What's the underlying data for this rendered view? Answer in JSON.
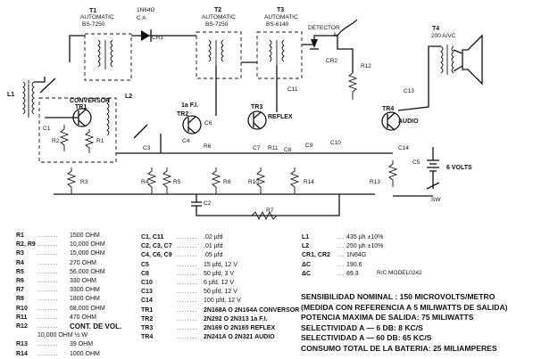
{
  "schematic": {
    "labels": {
      "t1": "T1",
      "t1_type": "AUTOMATIC",
      "t1_model": "BS-7250",
      "t2": "T2",
      "t2_type": "AUTOMATIC",
      "t2_model": "BS-7250",
      "t3": "T3",
      "t3_type": "AUTOMATIC",
      "t3_model": "BS-6140",
      "cr1_diode": "1N64G",
      "cr1_ca": "C    A",
      "cr1": "CR1",
      "detector": "DETECTOR",
      "a": "A",
      "cr2": "CR2",
      "t4": "T4",
      "t4_spec": "200 A/VC",
      "l1": "L1",
      "l2": "L2",
      "conversor": "CONVERSOR",
      "tr1": "TR1",
      "fi": "1a F.I.",
      "tr2": "TR2",
      "tr3": "TR3",
      "reflex": "REFLEX",
      "tr4": "TR4",
      "audio": "AUDIO",
      "c1": "C1",
      "c2": "C2",
      "c3": "C3",
      "c4": "C4",
      "c5": "C5",
      "c6": "C6",
      "c7": "C7",
      "c8": "C8",
      "c9": "C9",
      "c10": "C10",
      "c11": "C11",
      "c13": "C13",
      "c14": "C14",
      "r1": "R1",
      "r2": "R2",
      "r3": "R3",
      "r4": "R4",
      "r5": "R5",
      "r6": "R6",
      "r7": "R7",
      "r8": "R8",
      "r10": "R10",
      "r11": "R11",
      "r12": "R12",
      "r13": "R13",
      "r14": "R14",
      "volts": "6 VOLTS",
      "sw": "SW"
    }
  },
  "resistors": [
    {
      "key": "R1",
      "value": "1500 OHM"
    },
    {
      "key": "R2, R9",
      "value": "10,000 OHM"
    },
    {
      "key": "R3",
      "value": "15,000 OHM"
    },
    {
      "key": "R4",
      "value": "270 OHM"
    },
    {
      "key": "R5",
      "value": "56,000 OHM"
    },
    {
      "key": "R6",
      "value": "330 OHM"
    },
    {
      "key": "R7",
      "value": "3300 OHM"
    },
    {
      "key": "R8",
      "value": "1800 OHM"
    },
    {
      "key": "R10",
      "value": "68,000 OHM"
    },
    {
      "key": "R11",
      "value": "470 OHM"
    },
    {
      "key": "R12",
      "value": "CONT. DE VOL."
    },
    {
      "key": "",
      "value": "10,000 OHM  ½ W"
    },
    {
      "key": "R13",
      "value": "39 OHM"
    },
    {
      "key": "R14",
      "value": "1000 OHM"
    }
  ],
  "components": [
    {
      "key": "C1, C11",
      "value": ".02 µfd"
    },
    {
      "key": "C2, C3, C7",
      "value": ".01 µfd"
    },
    {
      "key": "C4, C6, C9",
      "value": ".05 µfd"
    },
    {
      "key": "C5",
      "value": "15 µfd, 12 V"
    },
    {
      "key": "C8",
      "value": "50 µfd, 3 V"
    },
    {
      "key": "C10",
      "value": "6 µfd, 12 V"
    },
    {
      "key": "C13",
      "value": "50 µfd, 12 V"
    },
    {
      "key": "C14",
      "value": "100 µfd, 12 V"
    },
    {
      "key": "TR1",
      "value": "2N168A  O  2N164A CONVERSOR"
    },
    {
      "key": "TR2",
      "value": "2N292  O  2N313  1a F.I."
    },
    {
      "key": "TR3",
      "value": "2N169  O  2N165 REFLEX"
    },
    {
      "key": "TR4",
      "value": "2N241A  O  2N321 AUDIO"
    }
  ],
  "coils": [
    {
      "key": "L1",
      "value": "435 µh ±10%"
    },
    {
      "key": "L2",
      "value": "250 µh ±10%"
    },
    {
      "key": "CR1, CR2",
      "value": "1N64G"
    },
    {
      "key": "ΔC",
      "value": "190.6"
    },
    {
      "key": "ΔC",
      "value": "89.3"
    }
  ],
  "coils_note": "R/C MODEL0242",
  "specs": [
    "SENSIBILIDAD NOMINAL : 150 MICROVOLTS/METRO",
    "(MEDIDA CON REFERENCIA A  5 MILIWATTS DE SALIDA)",
    "POTENCIA MAXIMA DE SALIDA: 75 MILIWATTS",
    "SELECTIVIDAD A  — 6 DB: 8  KC/S",
    "SELECTIVIDAD A  — 60 DB: 65 KC/S",
    "CONSUMO TOTAL DE LA BATERIA: 25 MILIAMPERES"
  ]
}
